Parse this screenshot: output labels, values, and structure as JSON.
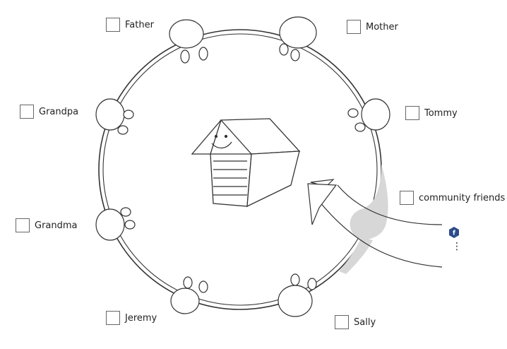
{
  "people": [
    {
      "key": "father",
      "name": "Father"
    },
    {
      "key": "mother",
      "name": "Mother"
    },
    {
      "key": "tommy",
      "name": "Tommy"
    },
    {
      "key": "grandpa",
      "name": "Grandpa"
    },
    {
      "key": "community",
      "name": "community friends"
    },
    {
      "key": "grandma",
      "name": "Grandma"
    },
    {
      "key": "jeremy",
      "name": "Jeremy"
    },
    {
      "key": "sally",
      "name": "Sally"
    }
  ],
  "social": {
    "icon": "facebook-icon",
    "glyph": "f",
    "color": "#2c4a8a"
  },
  "more": {
    "icon": "vertical-ellipsis-icon",
    "glyph": "⋮"
  },
  "colors": {
    "stroke": "#333333",
    "shadow": "#d7d7d7"
  }
}
